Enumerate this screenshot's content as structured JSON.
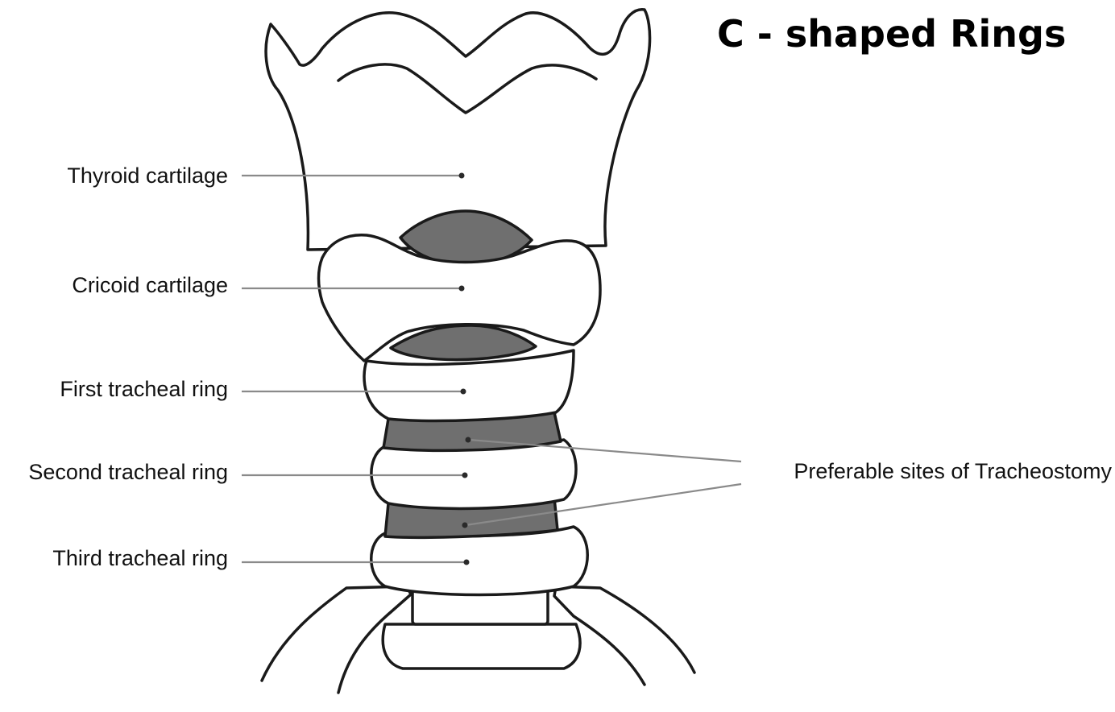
{
  "title": "C - shaped Rings",
  "labels": {
    "thyroid": "Thyroid cartilage",
    "cricoid": "Cricoid cartilage",
    "first_ring": "First tracheal ring",
    "second_ring": "Second tracheal ring",
    "third_ring": "Third tracheal ring",
    "tracheostomy": "Preferable sites of Tracheostomy"
  },
  "colors": {
    "outline": "#1a1a1a",
    "membrane": "#6f6f6f",
    "leader": "#8a8a8a"
  }
}
